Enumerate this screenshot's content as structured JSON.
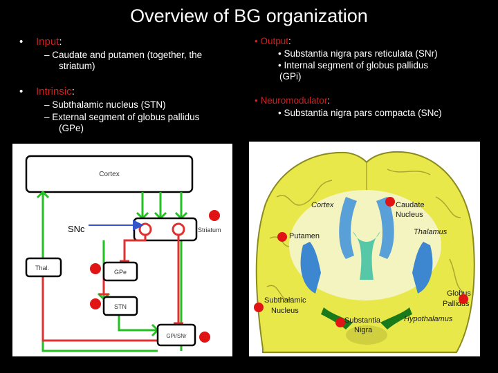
{
  "title": "Overview of BG organization",
  "left_bullets": {
    "bullet_char": "•",
    "input_label": "Input",
    "input_items": [
      "–  Caudate and putamen (together, the",
      "striatum)"
    ],
    "intrinsic_label": "Intrinsic",
    "intrinsic_items": [
      "–  Subthalamic nucleus (STN)",
      "–  External segment of globus pallidus",
      "(GPe)"
    ]
  },
  "right_bullets": {
    "output_label": "• Output",
    "output_items": [
      "• Substantia nigra pars reticulata (SNr)",
      "• Internal segment of globus pallidus",
      "(GPi)"
    ],
    "neuromod_label": "• Neuromodulator",
    "neuromod_items": [
      "• Substantia nigra pars compacta (SNc)"
    ]
  },
  "circuit": {
    "cortex": "Cortex",
    "striatum": "Striatum",
    "snc": "SNc",
    "thal": "Thal.",
    "gpe": "GPe",
    "stn": "STN",
    "gpi_snr": "GPi/SNr"
  },
  "brain": {
    "cortex": "Cortex",
    "caudate": "Caudate",
    "nucleus": "Nucleus",
    "thalamus": "Thalamus",
    "putamen": "Putamen",
    "globus": "Globus",
    "pallidus": "Pallidus",
    "subthalamic": "Subthalamic",
    "stn_nucleus": "Nucleus",
    "substantia": "Substantia",
    "nigra": "Nigra",
    "hypothalamus": "Hypothalamus"
  },
  "colors": {
    "excitatory": "#22c122",
    "inhibitory": "#e03030",
    "marker": "#e01414",
    "brain": "#e8e84a",
    "accent": "#d61c1c"
  }
}
